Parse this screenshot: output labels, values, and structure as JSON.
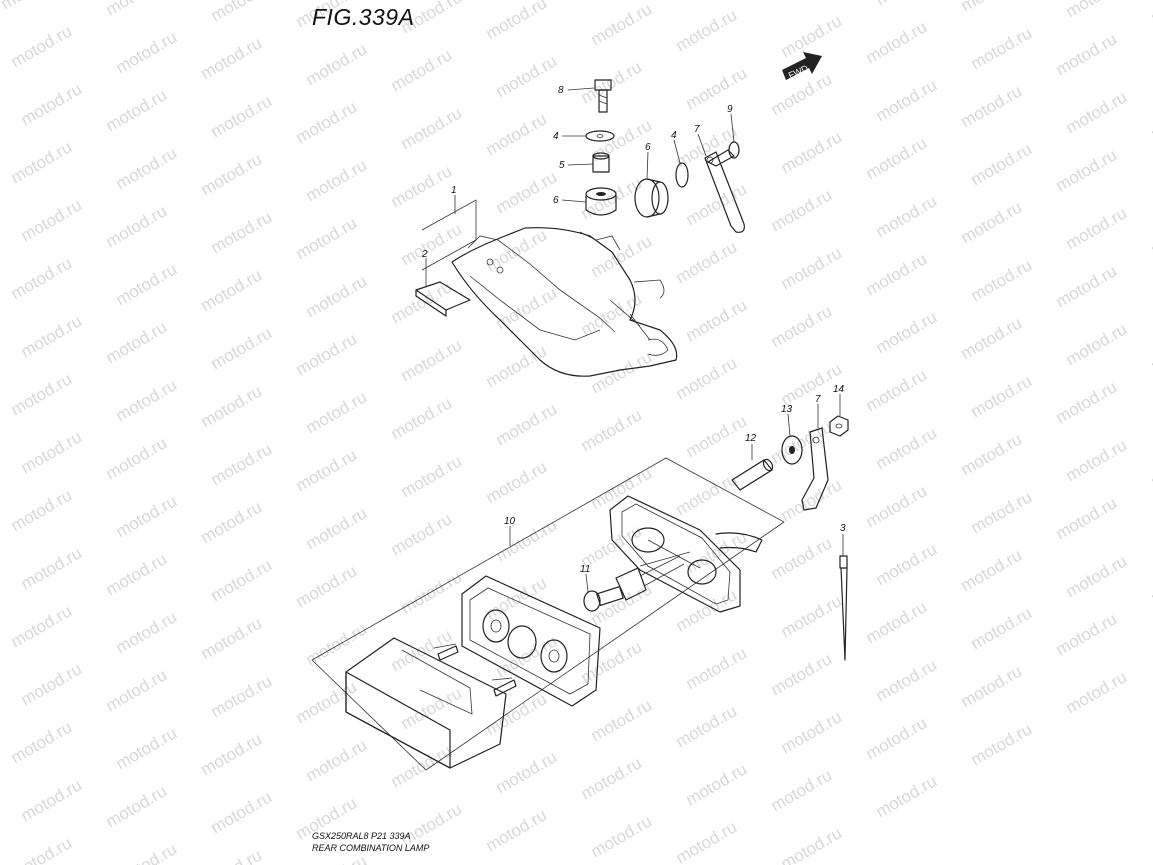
{
  "figure": {
    "title": "FIG.339A",
    "direction_badge": "FWD",
    "footer_code": "GSX250RAL8  P21  339A",
    "footer_caption": "REAR COMBINATION LAMP"
  },
  "watermark": {
    "text": "motod.ru"
  },
  "callouts": [
    {
      "number": "1"
    },
    {
      "number": "2"
    },
    {
      "number": "3"
    },
    {
      "number": "4"
    },
    {
      "number": "4"
    },
    {
      "number": "5"
    },
    {
      "number": "6"
    },
    {
      "number": "6"
    },
    {
      "number": "7"
    },
    {
      "number": "7"
    },
    {
      "number": "8"
    },
    {
      "number": "9"
    },
    {
      "number": "10"
    },
    {
      "number": "11"
    },
    {
      "number": "12"
    },
    {
      "number": "13"
    },
    {
      "number": "14"
    }
  ]
}
